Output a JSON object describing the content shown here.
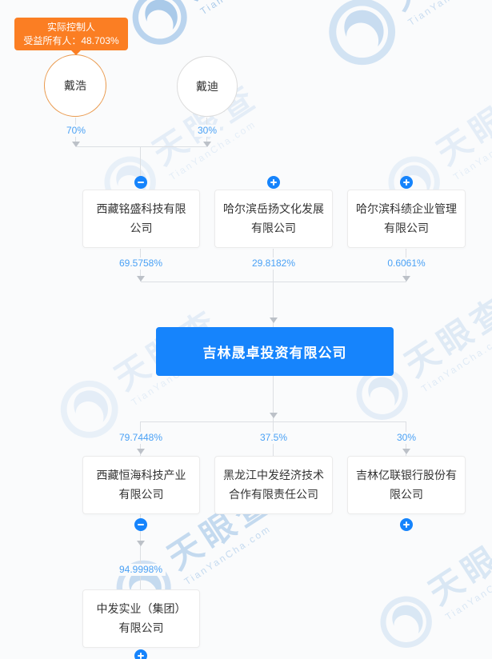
{
  "badge": {
    "line1": "实际控制人",
    "line2": "受益所有人：48.703%"
  },
  "persons": [
    {
      "name": "戴浩",
      "percent": "70%",
      "controller": true
    },
    {
      "name": "戴迪",
      "percent": "30%",
      "controller": false
    }
  ],
  "upstream": [
    {
      "name": "西藏铭盛科技有限公司",
      "percent": "69.5758%",
      "toggle": "minus"
    },
    {
      "name": "哈尔滨岳扬文化发展有限公司",
      "percent": "29.8182%",
      "toggle": "plus"
    },
    {
      "name": "哈尔滨科绩企业管理有限公司",
      "percent": "0.6061%",
      "toggle": "plus"
    }
  ],
  "focus_company": {
    "name": "吉林晟卓投资有限公司"
  },
  "downstream": [
    {
      "name": "西藏恒海科技产业有限公司",
      "percent": "79.7448%",
      "toggle": "minus"
    },
    {
      "name": "黑龙江中发经济技术合作有限责任公司",
      "percent": "37.5%",
      "toggle": "none"
    },
    {
      "name": "吉林亿联银行股份有限公司",
      "percent": "30%",
      "toggle": "plus"
    }
  ],
  "subsidiary": {
    "name": "中发实业（集团）有限公司",
    "percent": "94.9998%",
    "toggle": "plus"
  },
  "watermark": {
    "cn": "天眼查",
    "en": "TianYanCha.com"
  },
  "colors": {
    "accent_blue": "#1684fc",
    "percent_blue": "#4aa1f5",
    "badge_orange": "#fb7e23",
    "controller_ring": "#ea9a4e",
    "line_gray": "#dcdfe3"
  }
}
